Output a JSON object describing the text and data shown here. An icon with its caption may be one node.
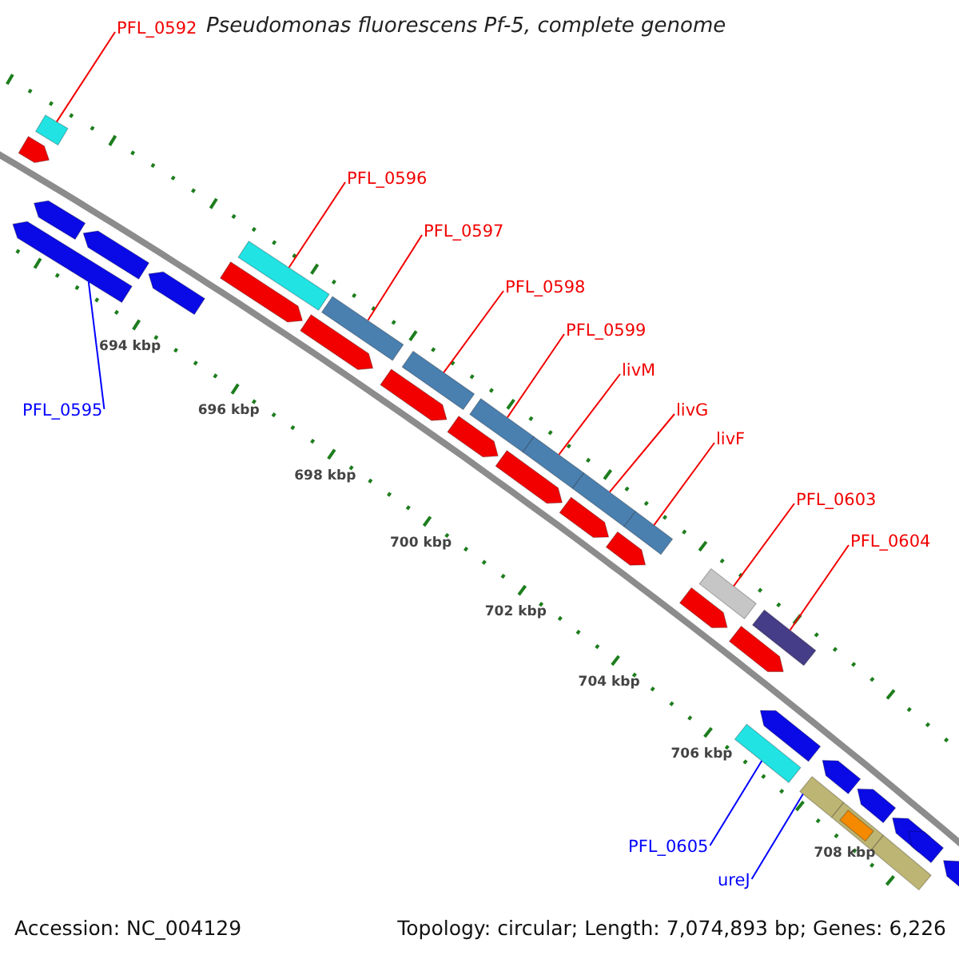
{
  "diagram": {
    "title": "Pseudomonas fluorescens Pf-5, complete genome",
    "nodes": [
      {
        "text": [
          "PFL_0592"
        ]
      },
      {
        "text": [
          "PFL_0596"
        ]
      },
      {
        "text": [
          "PFL_0597"
        ]
      },
      {
        "text": [
          "PFL_0598"
        ]
      },
      {
        "text": [
          "PFL_0599"
        ]
      },
      {
        "text": [
          "livM"
        ]
      },
      {
        "text": [
          "PFL_0595"
        ]
      },
      {
        "text": [
          "livG"
        ]
      },
      {
        "text": [
          "livF"
        ]
      },
      {
        "text": [
          "PFL_0603"
        ]
      },
      {
        "text": [
          "PFL_0604"
        ]
      },
      {
        "text": [
          "PFL_0605"
        ]
      },
      {
        "text": [
          "ureJ"
        ]
      },
      {
        "text": [],
        "shape": "arrow"
      },
      {
        "text": [],
        "shape": "box"
      },
      {
        "text": [],
        "shape": "arrow"
      },
      {
        "text": [],
        "shape": "arrow"
      },
      {
        "text": [],
        "shape": "arrow"
      },
      {
        "text": [],
        "shape": "arrow"
      },
      {
        "text": [],
        "shape": "arrow"
      },
      {
        "text": [],
        "shape": "box"
      },
      {
        "text": [],
        "shape": "arrow"
      },
      {
        "text": [],
        "shape": "box"
      },
      {
        "text": [],
        "shape": "arrow"
      },
      {
        "text": [],
        "shape": "box"
      },
      {
        "text": [],
        "shape": "arrow"
      },
      {
        "text": [],
        "shape": "box"
      },
      {
        "text": [],
        "shape": "arrow"
      },
      {
        "text": [],
        "shape": "box"
      },
      {
        "text": [],
        "shape": "box"
      },
      {
        "text": [],
        "shape": "arrow"
      },
      {
        "text": [],
        "shape": "arrow"
      },
      {
        "text": [],
        "shape": "box"
      },
      {
        "text": [],
        "shape": "arrow"
      },
      {
        "text": [],
        "shape": "box"
      },
      {
        "text": [],
        "shape": "arrow"
      },
      {
        "text": [],
        "shape": "box"
      },
      {
        "text": [],
        "shape": "box"
      },
      {
        "text": [],
        "shape": "arrow"
      },
      {
        "text": [],
        "shape": "arrow"
      },
      {
        "text": [],
        "shape": "box"
      },
      {
        "text": [],
        "shape": "arrow"
      },
      {
        "text": [],
        "shape": "box"
      },
      {
        "text": [],
        "shape": "box",
        "in": 42
      },
      {
        "text": [],
        "shape": "arrow"
      },
      {
        "text": [],
        "shape": "box"
      },
      {
        "text": [],
        "shape": "arrow"
      },
      {
        "text": [],
        "shape": "arrow"
      }
    ],
    "edges": [
      {
        "from": 0,
        "to": 14,
        "arrow": "none"
      },
      {
        "from": 1,
        "to": 20,
        "arrow": "none"
      },
      {
        "from": 2,
        "to": 22,
        "arrow": "none"
      },
      {
        "from": 3,
        "to": 24,
        "arrow": "none"
      },
      {
        "from": 4,
        "to": 26,
        "arrow": "none"
      },
      {
        "from": 5,
        "to": 28,
        "arrow": "none"
      },
      {
        "from": 6,
        "to": 15,
        "arrow": "none",
        "color": "#0000ff"
      },
      {
        "from": 7,
        "to": 29,
        "arrow": "none"
      },
      {
        "from": 8,
        "to": 32,
        "arrow": "none"
      },
      {
        "from": 9,
        "to": 34,
        "arrow": "none"
      },
      {
        "from": 10,
        "to": 36,
        "arrow": "none"
      },
      {
        "from": 11,
        "to": 37,
        "arrow": "none",
        "color": "#0000ff"
      },
      {
        "from": 12,
        "to": 40,
        "arrow": "none",
        "color": "#0000ff"
      }
    ],
    "labels": [
      "694 kbp",
      "696 kbp",
      "698 kbp",
      "700 kbp",
      "702 kbp",
      "704 kbp",
      "706 kbp",
      "708 kbp",
      "Accession: NC_004129",
      "Topology: circular; Length: 7,074,893 bp; Genes: 6,226"
    ]
  }
}
